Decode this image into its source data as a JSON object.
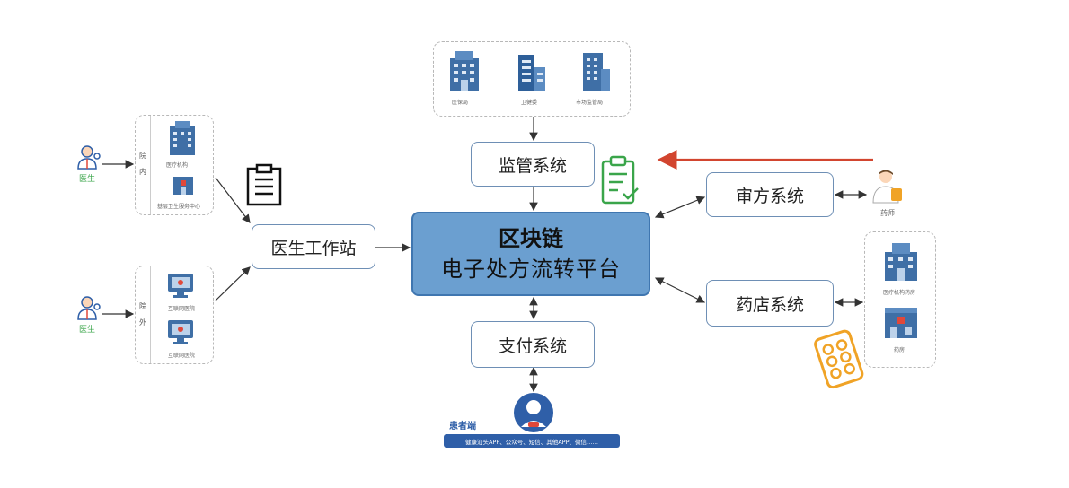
{
  "center": {
    "title": "区块链",
    "subtitle": "电子处方流转平台"
  },
  "nodes": {
    "doctor_station": "医生工作站",
    "supervision": "监管系统",
    "review": "审方系统",
    "pharmacy": "药店系统",
    "payment": "支付系统"
  },
  "regulators": [
    "医保局",
    "卫健委",
    "市场监管局"
  ],
  "inhospital": {
    "label": "院内",
    "items": [
      "医疗机构",
      "基层卫生服务中心"
    ]
  },
  "outhospital": {
    "label": "院外",
    "items": [
      "互联网医院",
      "互联网医院"
    ]
  },
  "doctor_label": "医生",
  "pharmacist_label": "药师",
  "pharmacy_group": [
    "医疗机构药房",
    "药房"
  ],
  "patient": {
    "label": "患者端",
    "channels": "健康汕头APP、公众号、短信、其他APP、微信……"
  },
  "colors": {
    "center_fill": "#6b9fd0",
    "node_border": "#6e8fb5",
    "arrow_red": "#d2452f",
    "green_icon": "#3aa54a",
    "orange_icon": "#f0a326",
    "patient_blue": "#2f5fa8"
  },
  "icons": [
    "doctor-icon",
    "hospital-building-icon",
    "clipboard-icon",
    "clipboard-check-icon",
    "monitor-icon",
    "pharmacist-icon",
    "pills-icon",
    "patient-avatar-icon"
  ]
}
